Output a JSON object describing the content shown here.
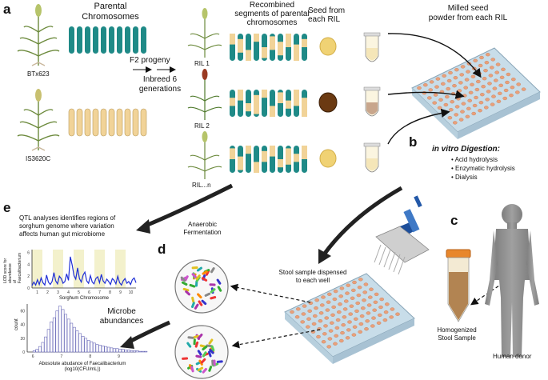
{
  "panel_letters": {
    "a": "a",
    "b": "b",
    "c": "c",
    "d": "d",
    "e": "e"
  },
  "labels": {
    "parental_chromosomes": "Parental\nChromosomes",
    "btx": "BTx623",
    "is": "IS3620C",
    "f2": "F2 progeny",
    "inbred": "Inbreed 6\ngenerations",
    "ril1": "RIL 1",
    "ril2": "RIL 2",
    "riln": "RIL...n",
    "recombined": "Recombined\nsegments of parental\nchromosomes",
    "seed": "Seed from\neach RIL",
    "milled": "Milled seed\npowder from each RIL",
    "in_vitro_title": "in vitro Digestion:",
    "in_vitro_steps": [
      "Acid hydrolysis",
      "Enzymatic hydrolysis",
      "Dialysis"
    ],
    "anaerobic": "Anaerobic\nFermentation",
    "stool": "Stool sample dispensed\nto each well",
    "homogenized": "Homogenized\nStool Sample",
    "donor": "Human donor",
    "qtl": "QTL analyses identifies regions of\nsorghum genome where variation\naffects human gut microbiome",
    "microbe": "Microbe\nabundances"
  },
  "colors": {
    "teal": "#1f8a87",
    "tan": "#f1d398",
    "seed_light": "#f0d274",
    "seed_dark": "#6b3a12",
    "plate": "#c8dde9",
    "well": "#e9a07a",
    "qtl_line": "#1f2fd6",
    "qtl_band": "#f3f1cc",
    "hist": "#6a6ab8",
    "donor": "#8f8f8f"
  },
  "chart_data": [
    {
      "type": "line",
      "xlabel": "Sorghum Chromosome",
      "ylabel": "LOD score for abundance\nof Faecalibacterium",
      "x_ticks": [
        1,
        2,
        3,
        4,
        5,
        6,
        7,
        8,
        9,
        10
      ],
      "y_ticks": [
        0,
        2,
        4,
        6
      ],
      "ylim": [
        0,
        6.5
      ],
      "lod_profile": [
        0.4,
        1.0,
        0.5,
        1.4,
        0.6,
        1.7,
        0.9,
        0.5,
        2.2,
        1.0,
        0.6,
        1.1,
        2.6,
        1.2,
        0.7,
        2.0,
        1.6,
        0.8,
        1.1,
        2.4,
        1.3,
        5.3,
        3.9,
        2.1,
        1.5,
        3.4,
        1.6,
        1.0,
        2.2,
        2.7,
        1.2,
        0.8,
        2.1,
        1.0,
        0.7,
        1.6,
        1.9,
        0.9,
        2.3,
        1.2,
        0.8,
        1.5,
        1.1,
        0.6,
        1.6,
        1.3,
        0.7,
        2.0,
        0.9,
        0.5,
        1.2,
        1.6,
        0.8,
        1.1,
        0.6,
        1.4,
        1.7,
        0.9
      ]
    },
    {
      "type": "bar",
      "xlabel": "Abosolute abudance of Faecalibacterium\n(log10(CFU/mL))",
      "ylabel": "count",
      "x_ticks": [
        6,
        7,
        8,
        9
      ],
      "y_ticks": [
        0,
        20,
        40,
        60
      ],
      "ylim": [
        0,
        70
      ],
      "bin_start": 6.0,
      "bin_width": 0.1,
      "counts": [
        2,
        4,
        8,
        14,
        22,
        33,
        44,
        50,
        60,
        67,
        62,
        55,
        48,
        42,
        36,
        31,
        27,
        23,
        20,
        17,
        15,
        13,
        11,
        10,
        9,
        8,
        7,
        6,
        5,
        5,
        4,
        4,
        3,
        3,
        2,
        2,
        2,
        1,
        1,
        1
      ]
    }
  ]
}
